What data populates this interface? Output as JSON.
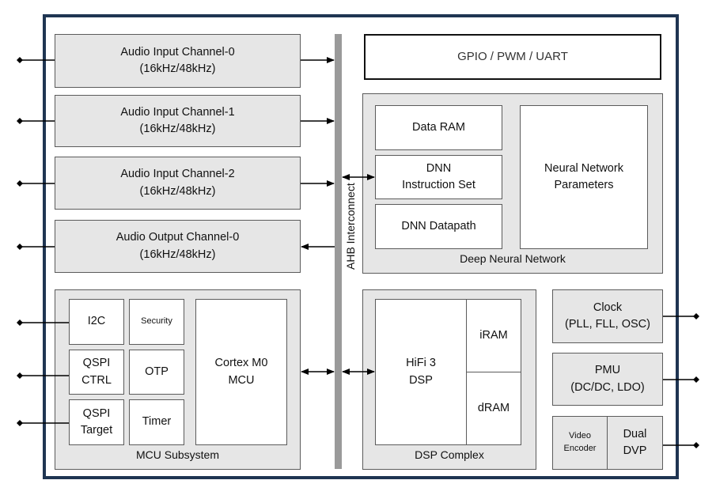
{
  "gpio": "GPIO / PWM / UART",
  "audio_channels": [
    {
      "title": "Audio Input Channel-0",
      "rate": "(16kHz/48kHz)"
    },
    {
      "title": "Audio Input Channel-1",
      "rate": "(16kHz/48kHz)"
    },
    {
      "title": "Audio Input Channel-2",
      "rate": "(16kHz/48kHz)"
    },
    {
      "title": "Audio Output Channel-0",
      "rate": "(16kHz/48kHz)"
    }
  ],
  "bus_label": "AHB Interconnect",
  "dnn": {
    "group_label": "Deep Neural Network",
    "data_ram": "Data RAM",
    "instruction_set": "DNN\nInstruction Set",
    "datapath": "DNN Datapath",
    "parameters": "Neural Network\nParameters"
  },
  "mcu": {
    "group_label": "MCU Subsystem",
    "i2c": "I2C",
    "security": "Security",
    "qspi_ctrl": "QSPI\nCTRL",
    "otp": "OTP",
    "qspi_target": "QSPI\nTarget",
    "timer": "Timer",
    "cortex": "Cortex M0\nMCU"
  },
  "dsp": {
    "group_label": "DSP Complex",
    "hifi": "HiFi 3\nDSP",
    "iram": "iRAM",
    "dram": "dRAM"
  },
  "clock": {
    "title": "Clock",
    "detail": "(PLL, FLL, OSC)"
  },
  "pmu": {
    "title": "PMU",
    "detail": "(DC/DC, LDO)"
  },
  "video_encoder": "Video\nEncoder",
  "dual_dvp": "Dual\nDVP"
}
